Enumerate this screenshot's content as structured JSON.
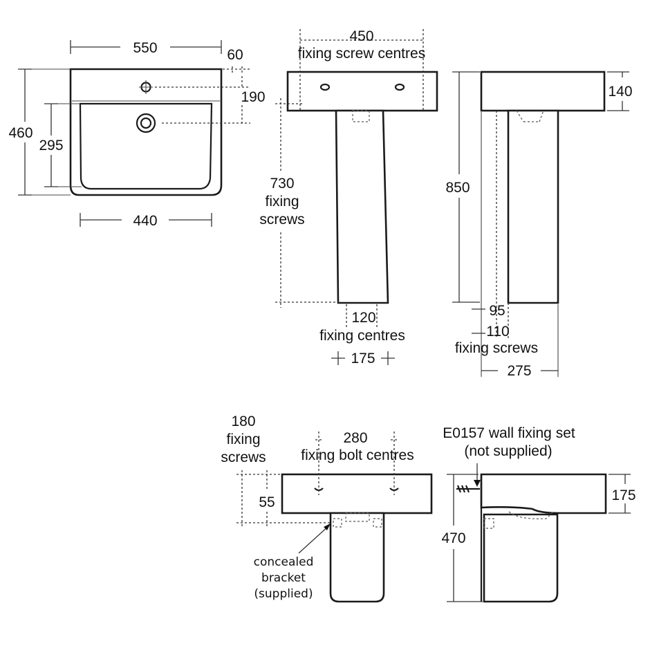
{
  "top_view": {
    "width_550": "550",
    "offset_60": "60",
    "depth_190": "190",
    "height_460": "460",
    "bowl_295": "295",
    "bowl_440": "440"
  },
  "front_view": {
    "screw_centres_value": "450",
    "screw_centres_label": "fixing screw centres",
    "height_730_value": "730",
    "height_730_line1": "fixing",
    "height_730_line2": "screws",
    "fixing_120_value": "120",
    "fixing_120_label": "fixing centres",
    "base_175": "175"
  },
  "side_view": {
    "depth_140": "140",
    "height_850": "850",
    "offset_95": "95",
    "offset_110_value": "110",
    "offset_110_label": "fixing screws",
    "base_275": "275"
  },
  "semi_front": {
    "screws_180_value": "180",
    "screws_180_line1": "fixing",
    "screws_180_line2": "screws",
    "bolt_280_value": "280",
    "bolt_280_label": "fixing bolt centres",
    "offset_55": "55",
    "bracket_line1": "concealed",
    "bracket_line2": "bracket",
    "bracket_line3": "(supplied)"
  },
  "semi_side": {
    "wall_fixing_line1": "E0157 wall fixing set",
    "wall_fixing_line2": "(not supplied)",
    "height_175": "175",
    "height_470": "470"
  }
}
